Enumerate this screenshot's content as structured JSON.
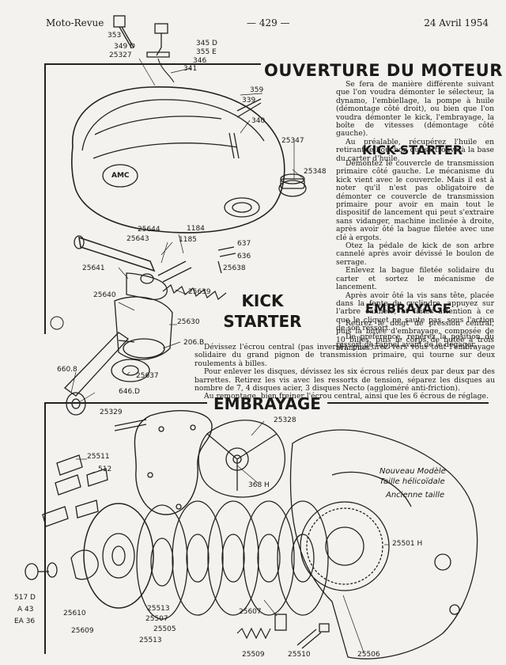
{
  "header": {
    "left": "Moto-Revue",
    "center": "— 429 —",
    "right": "24 Avril 1954"
  },
  "titles": {
    "main": "OUVERTURE DU MOTEUR",
    "kick": "KICK-STARTER",
    "embrayage_right": "EMBRAYAGE",
    "embrayage_main": "EMBRAYAGE",
    "kick_big_1": "KICK",
    "kick_big_2": "STARTER"
  },
  "text": {
    "ouverture": [
      "Se fera de manière différente suivant que l'on voudra démonter le sélecteur, la dynamo, l'embiellage, la pompe à huile (démontage côté droit), ou bien que l'on voudra démonter le kick, l'embrayage, la boîte de vitesses (démontage côté gauche).",
      "Au préalable, récupérez l'huile en retirant le bouchon qui se trouve à la base du carter d'huile."
    ],
    "kick": [
      "Démontez le couvercle de transmission primaire côté gauche. Le mécanisme du kick vient avec le couvercle. Mais il est à noter qu'il n'est pas obligatoire de démonter ce couvercle de transmission primaire pour avoir en main tout le dispositif de lancement qui peut s'extraire sans vidanger, machine inclinée à droite, après avoir ôté la bague filetée avec une clé à ergots.",
      "Otez la pédale de kick de son arbre cannelé après avoir dévissé le boulon de serrage.",
      "Enlevez la bague filetée solidaire du carter et sortez le mécanisme de lancement.",
      "Après avoir ôté la vis sans tête, placée dans la fente du cyclindre, appuyez sur l'arbre cannelé, et faites attention à ce que le cliquet ne saute pas, sous l'action de son ressort.",
      "De préférence, repérez la position du ressort de rappel avant de le dégager."
    ],
    "embrayage_right": [
      "Retirez le doigt de pression central, puis la butée d'embrayage, composée de 10 billes, puis le corps de butée à trois branches."
    ],
    "embrayage_wide": [
      "Dévissez l'écrou central (pas inversé), puis tirez vers vous tout l'embrayage solidaire du grand pignon de transmission primaire, qui tourne sur deux roulements à billes.",
      "Pour enlever les disques, dévissez les six écrous reliés deux par deux par des barrettes. Retirez les vis avec les ressorts de tension, séparez les disques au nombre de 7, 4 disques acier, 3 disques Necto (aggloméré anti-friction).",
      "Au remontage, bien freiner l'écrou central, ainsi que les 6 écrous de réglage."
    ]
  },
  "labels": {
    "l353": "353",
    "l349d": "349 D",
    "l25327": "25327",
    "l345d": "345 D",
    "l355e": "355 E",
    "l346": "346",
    "l341": "341",
    "l359": "359",
    "l339": "339",
    "l340": "340",
    "l25347": "25347",
    "l25348": "25348",
    "l1184": "1184",
    "l25644": "25644",
    "l25643": "25643",
    "l1185": "1185",
    "l637": "637",
    "l636": "636",
    "l25638": "25638",
    "l25641": "25641",
    "l25640": "25640",
    "l25639": "25639",
    "l25630": "25630",
    "l206b": "206.B",
    "l6608": "660.8",
    "l25637": "25637",
    "l646d": "646.D",
    "l25329": "25329",
    "l25328": "25328",
    "l25511": "25511",
    "l512": "512",
    "l368h": "368 H",
    "l25501h": "25501 H",
    "l517d": "517 D",
    "la43": "A 43",
    "lea36": "EA 36",
    "l25610": "25610",
    "l25609": "25609",
    "l25513a": "25513",
    "l25507": "25507",
    "l25505": "25505",
    "l25513b": "25513",
    "l25607": "25607",
    "l25509": "25509",
    "l25510": "25510",
    "l25506": "25506",
    "amc": "AMC"
  },
  "notes": {
    "nouveau_1": "Nouveau Modèle",
    "nouveau_2": "Taille hélicoïdale",
    "ancienne": "Ancienne taille"
  }
}
